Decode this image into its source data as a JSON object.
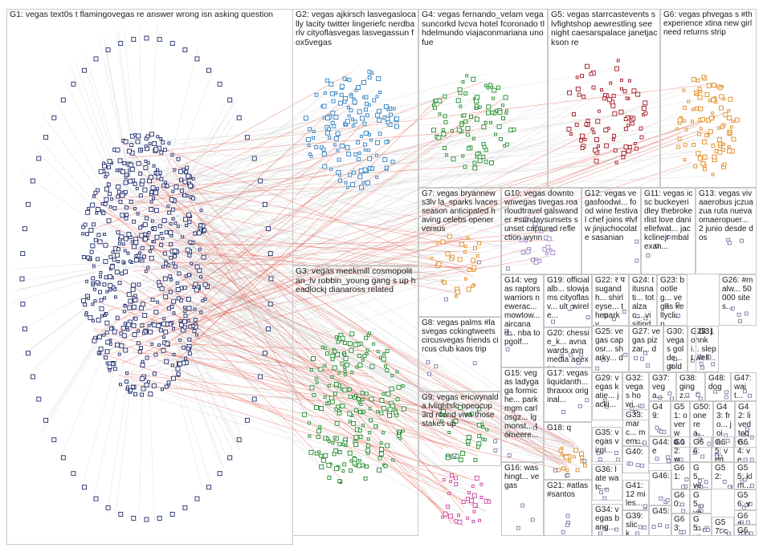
{
  "colors": {
    "edge_grey": "#c4c4c4",
    "edge_red": "#e24a3b",
    "panel_border": "#c8c8c8",
    "node_navy": "#1e2b6b",
    "node_blue": "#2f7fc1",
    "node_green": "#1f8a2c",
    "node_red": "#a3161f",
    "node_orange": "#e08a1e"
  },
  "groups": [
    {
      "id": "G1",
      "label": "G1: vegas text0s t flamingovegas re answer wrong isn asking question"
    },
    {
      "id": "G2",
      "label": "G2: vegas ajkirsch lasvegaslocally lacity twitter lingeriefc nerdbarlv cityoflasvegas lasvegassun fox5vegas"
    },
    {
      "id": "G3",
      "label": "G3: vegas meekmill cosmopolitan_lv robbin_young gang s up headlockj dianaross related"
    },
    {
      "id": "G4",
      "label": "G4: vegas fernando_velam vegasuncorkd lvcva hotel fcoronado tlhdelmundo viajaconmariana uno fue"
    },
    {
      "id": "G5",
      "label": "G5: vegas starrcastevents s lvfightshop aewrestling see night caesarspalace janetjackson re"
    },
    {
      "id": "G6",
      "label": "G6: vegas phvegas s #thexperience xtina new girl need returns strip"
    },
    {
      "id": "G7",
      "label": "G7: vegas bryannews3lv la_sparks lvaces season anticipated having celebs opener versus"
    },
    {
      "id": "G8",
      "label": "G8: vegas palms #lasvegas cckingtweets circusvegas friends circus club kaos trip"
    },
    {
      "id": "G9",
      "label": "G9: vegas ericwynalda lvlightsfc opencup 3rd round viva those stakes up"
    },
    {
      "id": "G10",
      "label": "G10: vegas downtownvegas tivegas roarloudtravel galswander #sundaysunsets sunset captured reflection wynn"
    },
    {
      "id": "G11",
      "label": "G11: vegas icsc buckeyeridley thebrokerlist love daniellefwat... jackclinejr mbalexan..."
    },
    {
      "id": "G12",
      "label": "G12: vegas vegasfoodwi... food wine festival chef joins #lvfw jinjuchocolate sasanian"
    },
    {
      "id": "G13",
      "label": "G13: vegas vivaaerobus jczuazua ruta nueva omaeropuer... 2 junio desde dos"
    },
    {
      "id": "G14",
      "label": "G14: vegas raptors warriors newerac... mowtow... aircanad... nba topgolf..."
    },
    {
      "id": "G15",
      "label": "G15: vegas ladygaga formiche... parkmgm carlosgz... lgmonst... tomeere..."
    },
    {
      "id": "G16",
      "label": "G16: washingt... vegas"
    },
    {
      "id": "G17",
      "label": "G17: vegas liquidanth... thraxxx original..."
    },
    {
      "id": "G18",
      "label": "G18: q"
    },
    {
      "id": "G19",
      "label": "G19: officialalb... slowjams cityoflasv... ult_wirele..."
    },
    {
      "id": "G20",
      "label": "G20: chessie_k... avnawards avnmedia aeexpo..."
    },
    {
      "id": "G21",
      "label": "G21: #atlas #santos"
    },
    {
      "id": "G22",
      "label": "G22: र प sugandh... shirleyse... theparkv..."
    },
    {
      "id": "G23",
      "label": "G23: bootleg... vegas kellyclin..."
    },
    {
      "id": "G24",
      "label": "G24: titusnati... totalzac... visitindi..."
    },
    {
      "id": "G25",
      "label": "G25: vegas caposr... sharky... d"
    },
    {
      "id": "G26",
      "label": "G26: #malw... 50 000 sites..."
    },
    {
      "id": "G27",
      "label": "G27: vegas pizzar... d"
    },
    {
      "id": "G28",
      "label": "G28: johnki... slept well..."
    },
    {
      "id": "G29",
      "label": "G29: vegas katie... jacki..."
    },
    {
      "id": "G30",
      "label": "G30: vegas golde... golde..."
    },
    {
      "id": "G31",
      "label": "G31"
    },
    {
      "id": "G32",
      "label": "G32: vegas howi..."
    },
    {
      "id": "G33",
      "label": "G33: marc... mem..."
    },
    {
      "id": "G34",
      "label": "G34: vegas bang..."
    },
    {
      "id": "G35",
      "label": "G35: vegas virgi..."
    },
    {
      "id": "G36",
      "label": "G36: late watc..."
    },
    {
      "id": "G37",
      "label": "G37: vega..."
    },
    {
      "id": "G38",
      "label": "G38: gingz..."
    },
    {
      "id": "G39",
      "label": "G39: slick..."
    },
    {
      "id": "G40",
      "label": "G40:"
    },
    {
      "id": "G41",
      "label": "G41: 12 miles..."
    },
    {
      "id": "G42",
      "label": "G42: lived toge..."
    },
    {
      "id": "G43",
      "label": "G43: fro... join..."
    },
    {
      "id": "G44",
      "label": "G44: e"
    },
    {
      "id": "G45",
      "label": "G45:"
    },
    {
      "id": "G46",
      "label": "G46:"
    },
    {
      "id": "G47",
      "label": "G47: wait..."
    },
    {
      "id": "G48",
      "label": "G48: dog"
    },
    {
      "id": "G49",
      "label": "G49:"
    },
    {
      "id": "G50",
      "label": "G50: one rea..."
    },
    {
      "id": "G51",
      "label": "G51: over wa..."
    },
    {
      "id": "G52",
      "label": "G52:"
    },
    {
      "id": "G53",
      "label": "G5... ve..."
    },
    {
      "id": "G54",
      "label": "G5... ve..."
    },
    {
      "id": "G55",
      "label": "G55: klm..."
    },
    {
      "id": "G56",
      "label": "G56: veg..."
    },
    {
      "id": "G57",
      "label": "G57: che..."
    },
    {
      "id": "G58",
      "label": "G5... ve..."
    },
    {
      "id": "G60",
      "label": "G60:"
    },
    {
      "id": "G61",
      "label": "G61:"
    },
    {
      "id": "G62",
      "label": "G62: wa..."
    },
    {
      "id": "G63",
      "label": "G63:"
    },
    {
      "id": "G64",
      "label": "G64: ve..."
    },
    {
      "id": "G65",
      "label": "G65: veg..."
    },
    {
      "id": "G66",
      "label": "G66:"
    },
    {
      "id": "G67",
      "label": "G67:"
    },
    {
      "id": "G68",
      "label": "G68:"
    }
  ]
}
